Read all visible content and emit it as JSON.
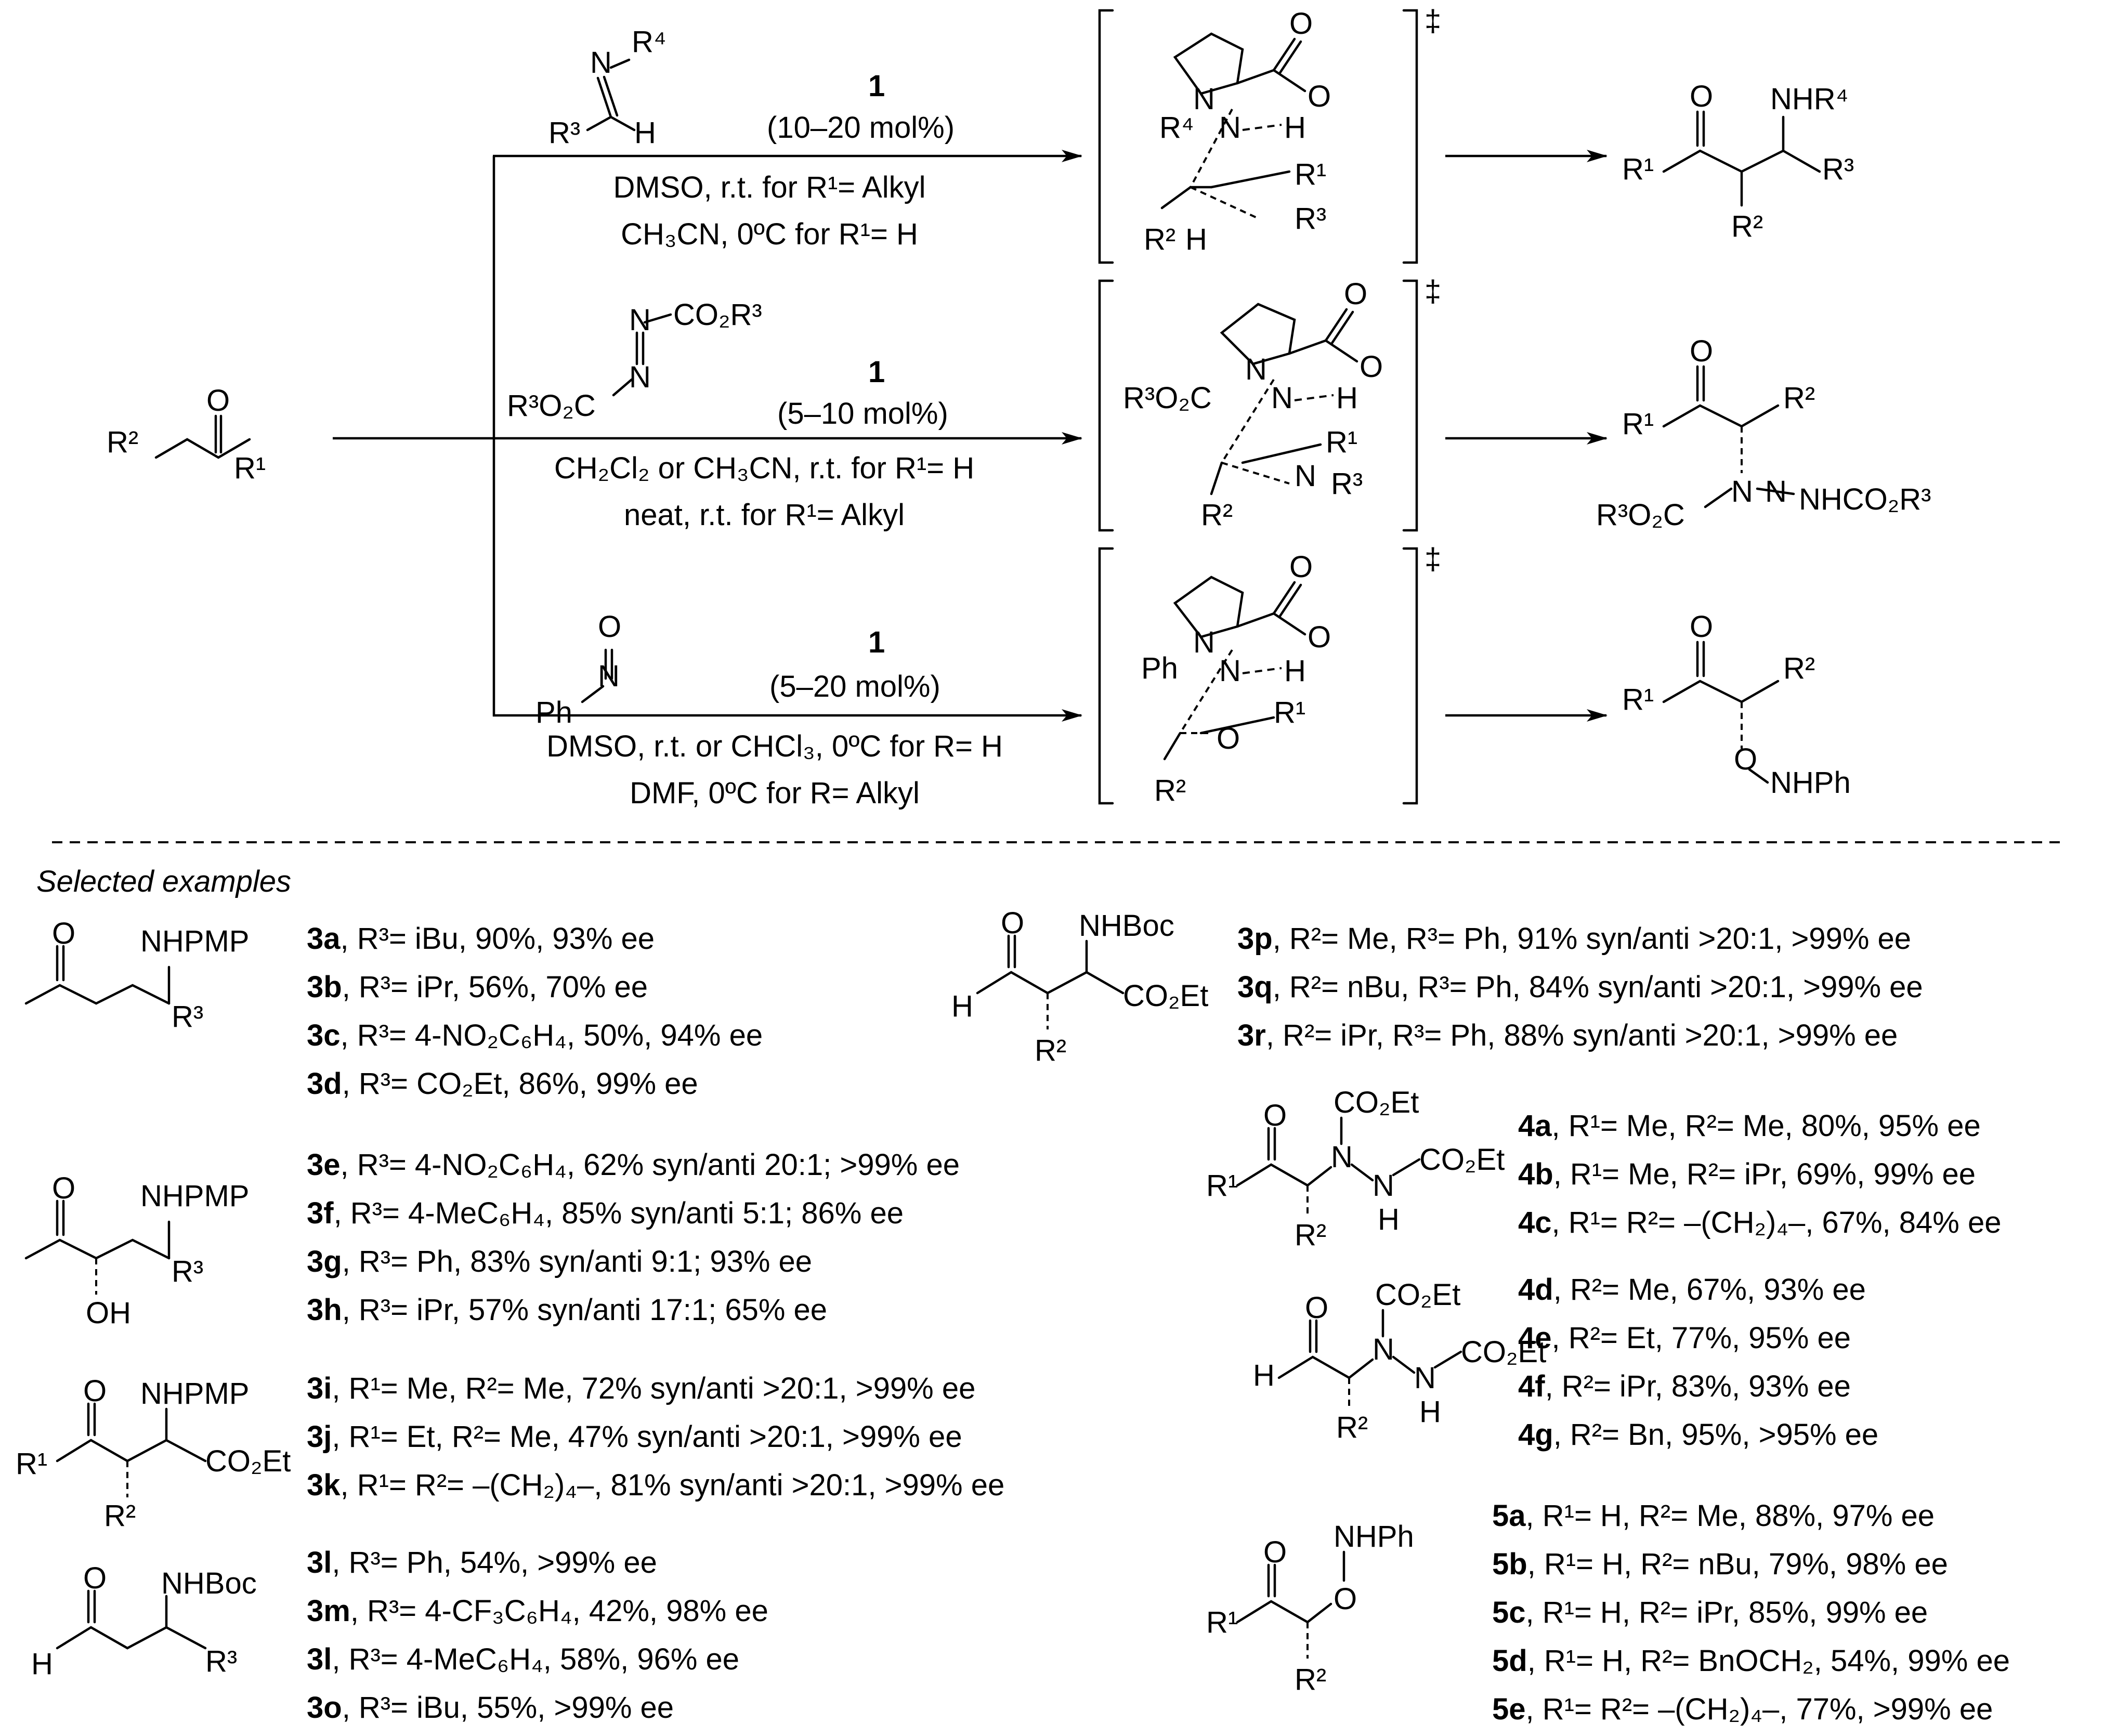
{
  "scheme": {
    "catalyst_label": "1",
    "ts_dagger": "‡",
    "routes": [
      {
        "loading": "(10–20 mol%)",
        "cond1": "DMSO, r.t. for R¹= Alkyl",
        "cond2": "CH₃CN, 0ºC for R¹= H",
        "electrophile": [
          "N",
          "R⁴",
          "R³",
          "H"
        ],
        "ts_labels": [
          "N",
          "O",
          "O",
          "H",
          "R⁴",
          "N",
          "R¹",
          "R³",
          "R²",
          "H"
        ],
        "product": [
          "O",
          "NHR⁴",
          "R¹",
          "R³",
          "R²"
        ]
      },
      {
        "loading": "(5–10 mol%)",
        "cond1": "CH₂Cl₂ or CH₃CN, r.t. for R¹= H",
        "cond2": "neat, r.t. for R¹= Alkyl",
        "electrophile": [
          "N",
          "CO₂R³",
          "R³O₂C",
          "N"
        ],
        "ts_labels": [
          "N",
          "O",
          "O",
          "H",
          "R³O₂C",
          "N",
          "R¹",
          "N",
          "R³",
          "R²"
        ],
        "product": [
          "O",
          "R²",
          "R¹",
          "R³O₂C",
          "N",
          "N",
          "NHCO₂R³"
        ]
      },
      {
        "loading": "(5–20 mol%)",
        "cond1": "DMSO, r.t. or CHCl₃, 0ºC for R= H",
        "cond2": "DMF, 0ºC for R= Alkyl",
        "electrophile": [
          "O",
          "N",
          "Ph"
        ],
        "ts_labels": [
          "N",
          "O",
          "O",
          "H",
          "Ph",
          "N",
          "R¹",
          "O",
          "R²"
        ],
        "product": [
          "O",
          "R²",
          "R¹",
          "O",
          "NHPh"
        ]
      }
    ],
    "substrate": [
      "O",
      "R²",
      "R¹"
    ]
  },
  "examples": {
    "heading": "Selected examples",
    "structures": {
      "s1": [
        "O",
        "NHPMP",
        "R³"
      ],
      "s2": [
        "O",
        "NHPMP",
        "R³",
        "OH"
      ],
      "s3": [
        "O",
        "NHPMP",
        "R¹",
        "CO₂Et",
        "R²"
      ],
      "s4": [
        "O",
        "NHBoc",
        "H",
        "R³"
      ],
      "s5": [
        "O",
        "NHBoc",
        "H",
        "CO₂Et",
        "R²"
      ],
      "s6": [
        "O",
        "CO₂Et",
        "R¹",
        "N",
        "CO₂Et",
        "N",
        "H",
        "R²"
      ],
      "s7": [
        "O",
        "CO₂Et",
        "H",
        "N",
        "CO₂Et",
        "N",
        "H",
        "R²"
      ],
      "s8": [
        "O",
        "NHPh",
        "O",
        "R¹",
        "R²"
      ]
    },
    "groups": [
      {
        "lines": [
          {
            "id": "3a",
            "text": ", R³= iBu, 90%, 93% ee"
          },
          {
            "id": "3b",
            "text": ", R³= iPr, 56%, 70% ee"
          },
          {
            "id": "3c",
            "text": ", R³= 4-NO₂C₆H₄, 50%, 94% ee"
          },
          {
            "id": "3d",
            "text": ", R³= CO₂Et, 86%, 99% ee"
          }
        ]
      },
      {
        "lines": [
          {
            "id": "3e",
            "text": ", R³= 4-NO₂C₆H₄, 62% syn/anti 20:1; >99% ee"
          },
          {
            "id": "3f",
            "text": ", R³= 4-MeC₆H₄, 85% syn/anti 5:1; 86% ee"
          },
          {
            "id": "3g",
            "text": ", R³= Ph, 83% syn/anti 9:1; 93% ee"
          },
          {
            "id": "3h",
            "text": ", R³= iPr, 57% syn/anti 17:1; 65% ee"
          }
        ]
      },
      {
        "lines": [
          {
            "id": "3i",
            "text": ", R¹= Me, R²= Me, 72% syn/anti >20:1, >99% ee"
          },
          {
            "id": "3j",
            "text": ", R¹= Et, R²= Me, 47% syn/anti >20:1, >99% ee"
          },
          {
            "id": "3k",
            "text": ", R¹= R²= –(CH₂)₄–, 81% syn/anti >20:1, >99% ee"
          }
        ]
      },
      {
        "lines": [
          {
            "id": "3l",
            "text": ", R³= Ph, 54%, >99% ee"
          },
          {
            "id": "3m",
            "text": ", R³= 4-CF₃C₆H₄, 42%, 98% ee"
          },
          {
            "id": "3l",
            "text": ", R³= 4-MeC₆H₄, 58%, 96% ee"
          },
          {
            "id": "3o",
            "text": ", R³= iBu, 55%, >99% ee"
          }
        ]
      },
      {
        "lines": [
          {
            "id": "3p",
            "text": ", R²= Me, R³= Ph, 91% syn/anti >20:1, >99% ee"
          },
          {
            "id": "3q",
            "text": ", R²= nBu, R³= Ph, 84% syn/anti >20:1, >99% ee"
          },
          {
            "id": "3r",
            "text": ", R²= iPr, R³= Ph, 88% syn/anti >20:1, >99% ee"
          }
        ]
      },
      {
        "lines": [
          {
            "id": "4a",
            "text": ", R¹= Me, R²= Me, 80%, 95% ee"
          },
          {
            "id": "4b",
            "text": ", R¹= Me, R²= iPr, 69%, 99% ee"
          },
          {
            "id": "4c",
            "text": ", R¹= R²= –(CH₂)₄–, 67%, 84% ee"
          }
        ]
      },
      {
        "lines": [
          {
            "id": "4d",
            "text": ", R²= Me, 67%, 93% ee"
          },
          {
            "id": "4e",
            "text": ", R²= Et, 77%, 95% ee"
          },
          {
            "id": "4f",
            "text": ", R²= iPr, 83%, 93% ee"
          },
          {
            "id": "4g",
            "text": ", R²= Bn, 95%, >95% ee"
          }
        ]
      },
      {
        "lines": [
          {
            "id": "5a",
            "text": ", R¹= H, R²= Me, 88%, 97% ee"
          },
          {
            "id": "5b",
            "text": ", R¹= H, R²= nBu, 79%, 98% ee"
          },
          {
            "id": "5c",
            "text": ", R¹= H, R²= iPr, 85%, 99% ee"
          },
          {
            "id": "5d",
            "text": ", R¹= H, R²= BnOCH₂, 54%, 99% ee"
          },
          {
            "id": "5e",
            "text": ", R¹= R²= –(CH₂)₄–, 77%, >99% ee"
          }
        ]
      }
    ]
  }
}
